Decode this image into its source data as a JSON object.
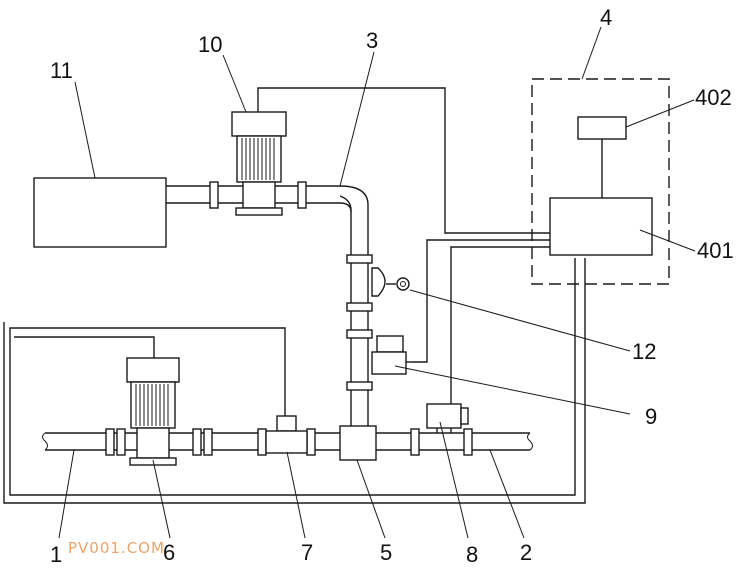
{
  "labels": {
    "l1": "1",
    "l2": "2",
    "l3": "3",
    "l4": "4",
    "l5": "5",
    "l6": "6",
    "l7": "7",
    "l8": "8",
    "l9": "9",
    "l10": "10",
    "l11": "11",
    "l12": "12",
    "l401": "401",
    "l402": "402"
  },
  "watermark": "PV001.COM",
  "colors": {
    "line": "#1a1a1a",
    "watermark": "#e8a26a"
  }
}
